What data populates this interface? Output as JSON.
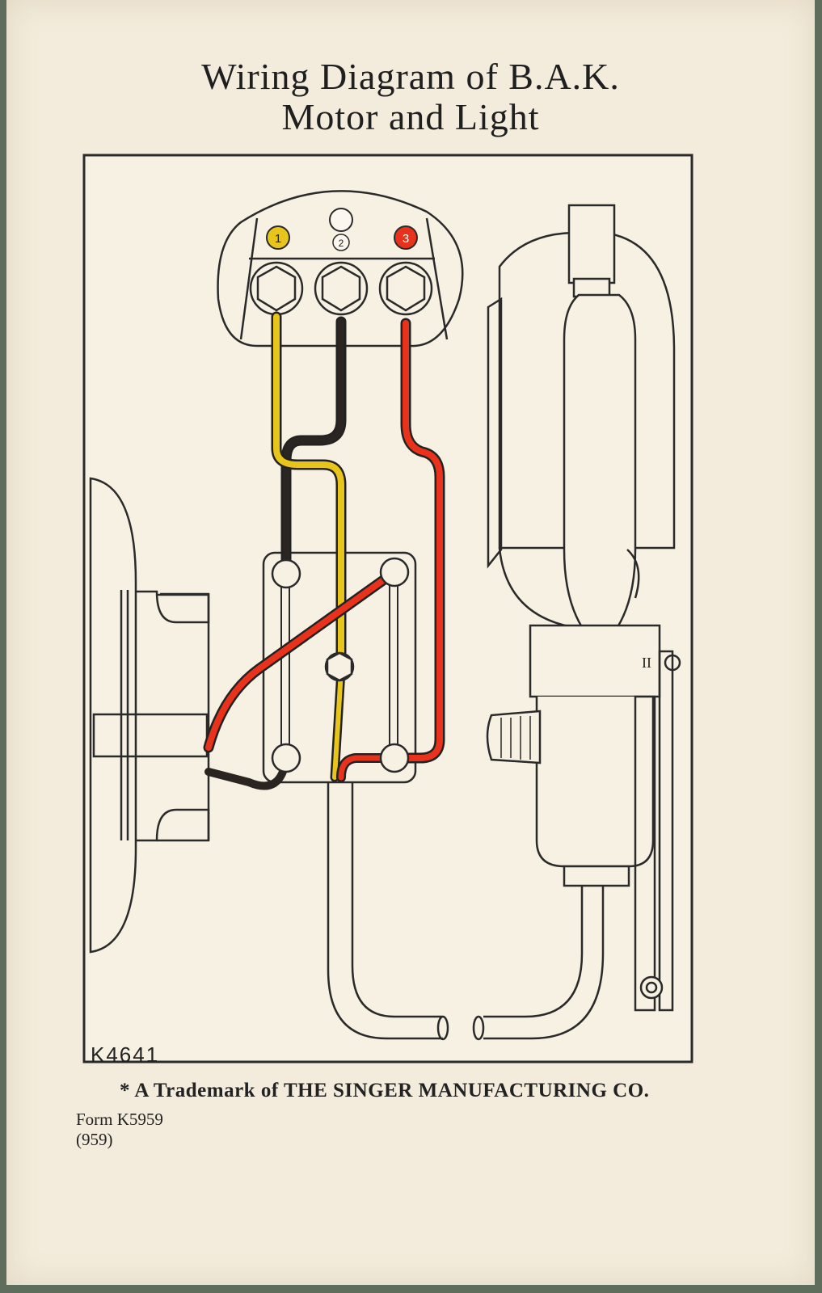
{
  "document": {
    "title_line1": "Wiring Diagram of B.A.K.",
    "title_line2": "Motor and Light",
    "figure_code": "K4641",
    "trademark": "* A Trademark of THE SINGER MANUFACTURING CO.",
    "form_number": "Form K5959",
    "form_date": "(959)"
  },
  "terminal_labels": [
    "1",
    "2",
    "3"
  ],
  "switch_mark": "II",
  "colors": {
    "yellow_wire": "#e8c51a",
    "black_wire": "#2b2522",
    "red_wire": "#e8321c",
    "paper": "#f3ecdc",
    "ink": "#222222"
  }
}
